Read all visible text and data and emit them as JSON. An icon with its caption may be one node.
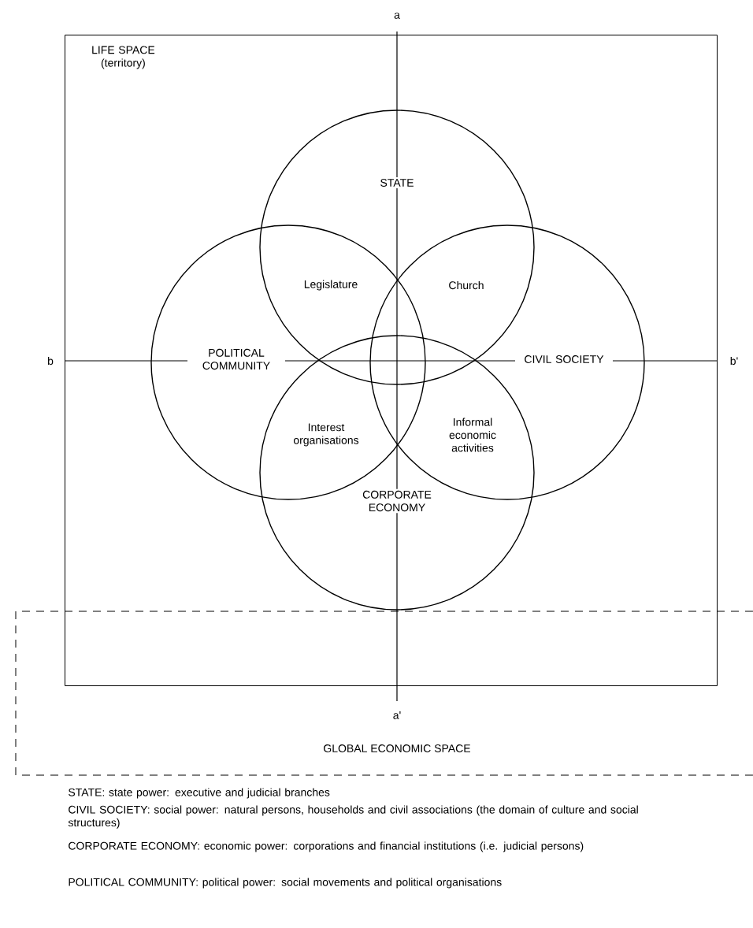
{
  "diagram": {
    "nodes": [
      {
        "text": [
          "LIFE SPACE (territory)"
        ]
      },
      {
        "text": [
          "STATE"
        ],
        "in": 0
      },
      {
        "text": [
          "POLITICAL COMMUNITY"
        ],
        "in": 0
      },
      {
        "text": [
          "CIVIL SOCIETY"
        ],
        "in": 0
      },
      {
        "text": [
          "CORPORATE ECONOMY"
        ],
        "in": 0
      },
      {
        "text": [
          "GLOBAL ECONOMIC SPACE"
        ]
      }
    ],
    "edges": [],
    "labels": [
      "a",
      "Legislature",
      "Church",
      "b",
      "b'",
      "Interest organisations",
      "Informal economic activities",
      "a'",
      "STATE: state power: executive and judicial branches",
      "CIVIL SOCIETY: social power: natural persons, households and civil associations (the domain of culture and social structures)",
      "CORPORATE ECONOMY: economic power: corporations and financial institutions (i.e. judicial persons)",
      "POLITICAL COMMUNITY: political power: social movements and political organisations"
    ]
  }
}
